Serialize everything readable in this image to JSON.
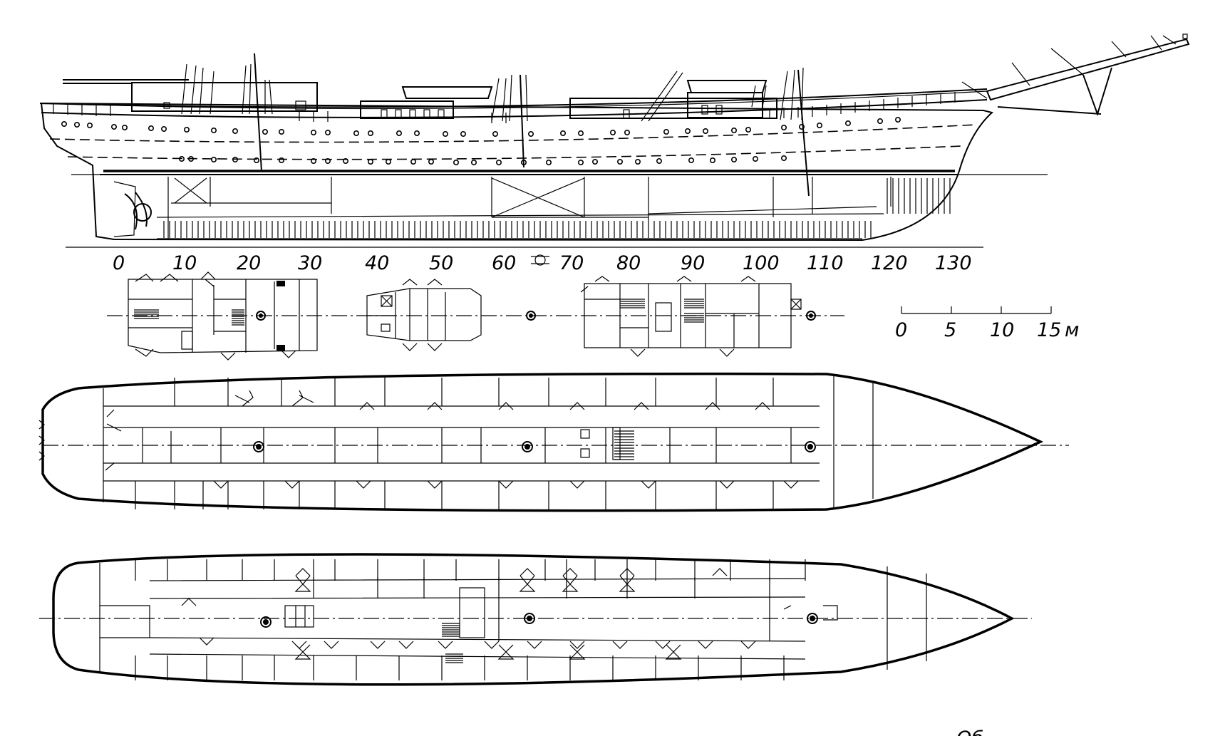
{
  "frame_scale": {
    "labels": [
      "0",
      "10",
      "20",
      "30",
      "40",
      "50",
      "60",
      "70",
      "80",
      "90",
      "100",
      "110",
      "120",
      "130"
    ]
  },
  "linear_scale": {
    "labels": [
      "0",
      "5",
      "10",
      "15"
    ],
    "unit": "м"
  },
  "corner_text": "Об"
}
